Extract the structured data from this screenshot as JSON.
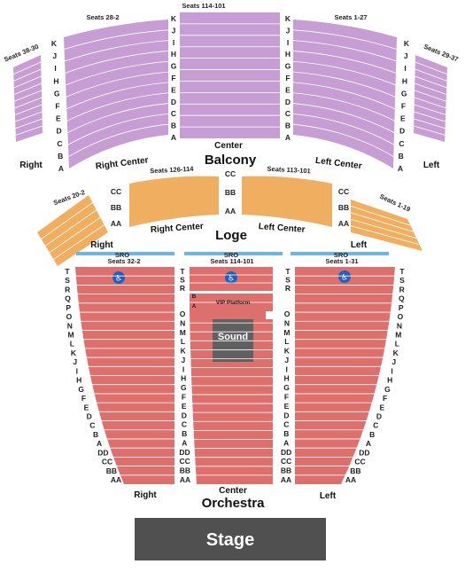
{
  "colors": {
    "balcony": "#c79ed3",
    "balcony_line": "#ffffff",
    "loge": "#f0ae60",
    "orchestra": "#dd6f6c",
    "sro": "#6fb6dc",
    "sound": "#606060",
    "stage": "#505050",
    "wheelchair": "#1e5fbf"
  },
  "balcony": {
    "title": "Balcony",
    "center_label": "Center",
    "right_center_label": "Right Center",
    "left_center_label": "Left Center",
    "right_label": "Right",
    "left_label": "Left",
    "seats_far_right": "Seats 38-30",
    "seats_right_center": "Seats 28-2",
    "seats_center": "Seats 114-101",
    "seats_left_center": "Seats 1-27",
    "seats_far_left": "Seats 29-37",
    "rows_center": [
      "K",
      "J",
      "I",
      "H",
      "G",
      "F",
      "E",
      "D",
      "C",
      "B",
      "A"
    ],
    "rows_side": [
      "K",
      "J",
      "I",
      "H",
      "G",
      "F",
      "E",
      "D",
      "C",
      "B",
      "A"
    ]
  },
  "loge": {
    "title": "Loge",
    "right_label": "Right",
    "right_center_label": "Right Center",
    "left_center_label": "Left Center",
    "left_label": "Left",
    "seats_right": "Seats 20-2",
    "seats_right_center": "Seats 126-114",
    "seats_left_center": "Seats 113-101",
    "seats_left": "Seats 1-19",
    "rows": [
      "CC",
      "BB",
      "AA"
    ]
  },
  "orchestra": {
    "title": "Orchestra",
    "center_label": "Center",
    "right_label": "Right",
    "left_label": "Left",
    "sro_label": "SRO",
    "seats_right": "Seats 32-2",
    "seats_center": "Seats 114-101",
    "seats_left": "Seats 1-31",
    "vip_label": "VIP Platform",
    "vip_rows": [
      "B",
      "A"
    ],
    "sound_label": "Sound",
    "rows_center_top": [
      "T",
      "S",
      "R"
    ],
    "rows_center_mid": [
      "O",
      "N",
      "M",
      "L",
      "K",
      "J",
      "I",
      "H",
      "G",
      "F",
      "E",
      "D",
      "C",
      "B",
      "A",
      "DD",
      "CC",
      "BB",
      "AA"
    ],
    "rows_outer": [
      "T",
      "S",
      "R",
      "Q",
      "P",
      "O",
      "N",
      "M",
      "L",
      "K",
      "J",
      "I",
      "H",
      "G",
      "F",
      "E",
      "D",
      "C",
      "B",
      "A",
      "DD",
      "CC",
      "BB",
      "AA"
    ]
  },
  "stage": {
    "label": "Stage"
  }
}
